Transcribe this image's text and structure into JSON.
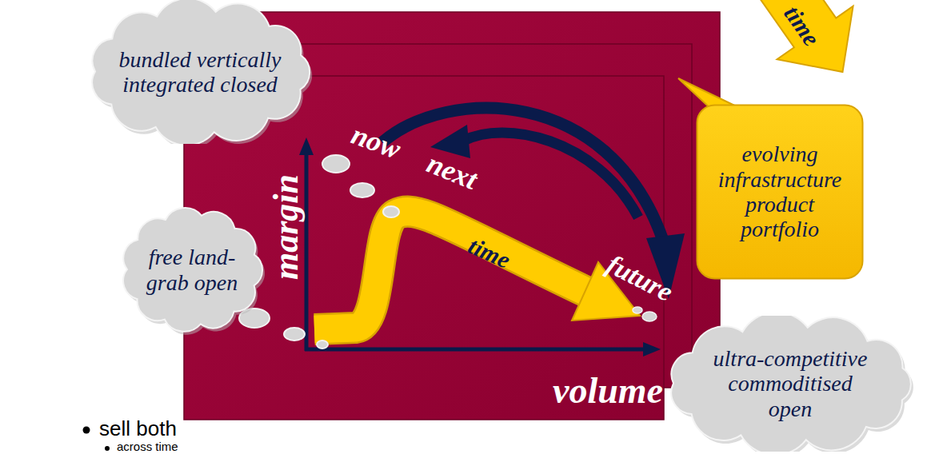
{
  "diagram": {
    "nodes": [
      {
        "text": [
          "bundled vertically integrated closed"
        ]
      },
      {
        "text": [
          "evolving infrastructure product portfolio"
        ]
      },
      {
        "text": [
          "free land-grab open"
        ]
      },
      {
        "text": [
          "ultra-competitive commoditised open"
        ]
      }
    ],
    "labels": [
      "time",
      "now",
      "next",
      "margin",
      "time",
      "future",
      "volume",
      "sell both",
      "across time"
    ]
  }
}
